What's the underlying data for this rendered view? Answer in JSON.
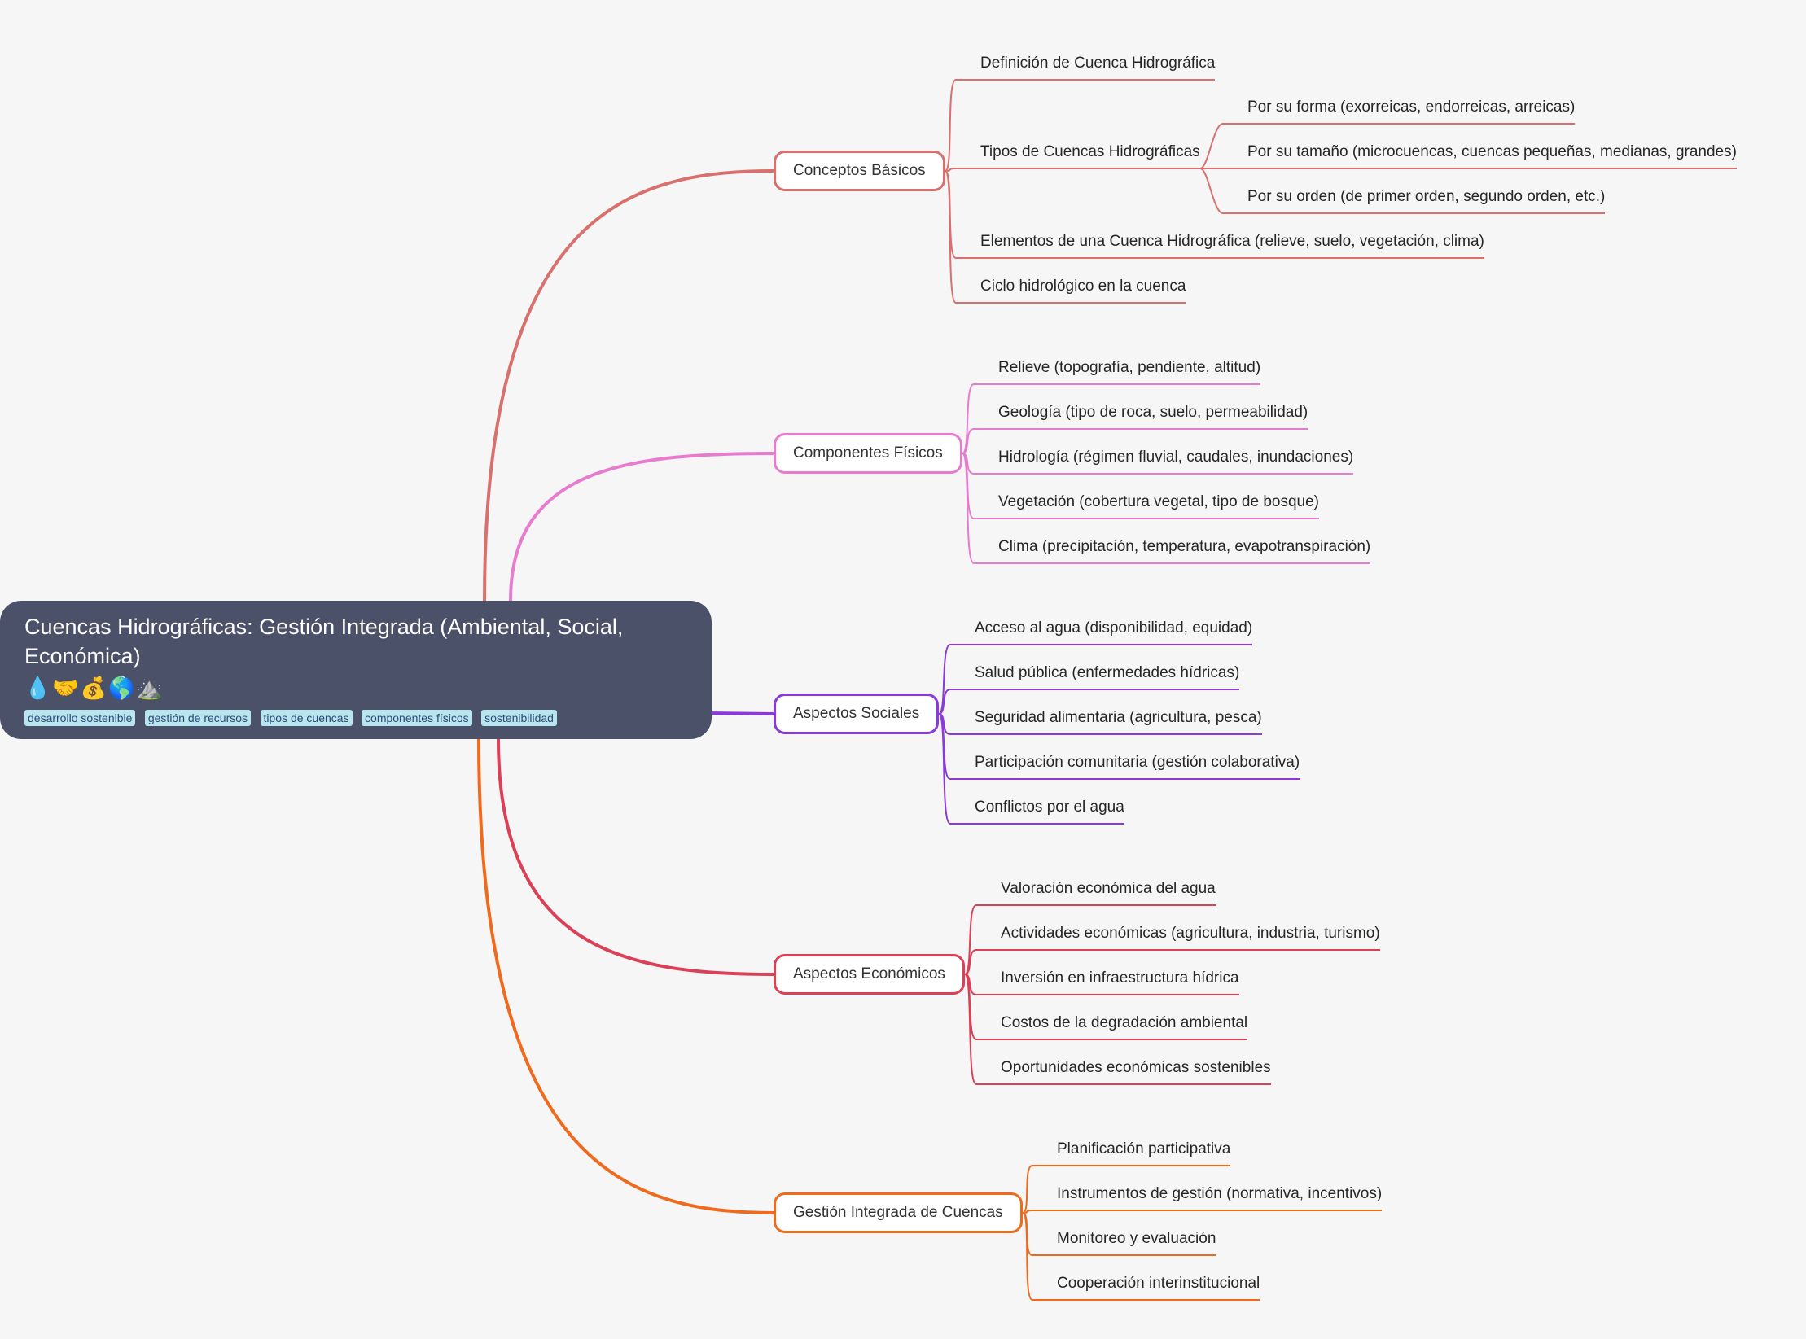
{
  "root": {
    "title": "Cuencas Hidrográficas: Gestión Integrada (Ambiental, Social, Económica)",
    "emoji": "💧🤝💰🌎⛰️",
    "tags": [
      "desarrollo sostenible",
      "gestión de recursos",
      "tipos de cuencas",
      "componentes físicos",
      "sostenibilidad"
    ]
  },
  "branches": [
    {
      "label": "Conceptos Básicos",
      "color": "#d8716e",
      "children": [
        {
          "label": "Definición de Cuenca Hidrográfica"
        },
        {
          "label": "Tipos de Cuencas Hidrográficas",
          "children": [
            {
              "label": "Por su forma (exorreicas, endorreicas, arreicas)"
            },
            {
              "label": "Por su tamaño (microcuencas, cuencas pequeñas, medianas, grandes)"
            },
            {
              "label": "Por su orden (de primer orden, segundo orden, etc.)"
            }
          ]
        },
        {
          "label": "Elementos de una Cuenca Hidrográfica (relieve, suelo, vegetación, clima)"
        },
        {
          "label": "Ciclo hidrológico en la cuenca"
        }
      ]
    },
    {
      "label": "Componentes Físicos",
      "color": "#e77ccf",
      "children": [
        {
          "label": "Relieve (topografía, pendiente, altitud)"
        },
        {
          "label": "Geología (tipo de roca, suelo, permeabilidad)"
        },
        {
          "label": "Hidrología (régimen fluvial, caudales, inundaciones)"
        },
        {
          "label": "Vegetación (cobertura vegetal, tipo de bosque)"
        },
        {
          "label": "Clima (precipitación, temperatura, evapotranspiración)"
        }
      ]
    },
    {
      "label": "Aspectos Sociales",
      "color": "#8a3ad9",
      "children": [
        {
          "label": "Acceso al agua (disponibilidad, equidad)"
        },
        {
          "label": "Salud pública (enfermedades hídricas)"
        },
        {
          "label": "Seguridad alimentaria (agricultura, pesca)"
        },
        {
          "label": "Participación comunitaria (gestión colaborativa)"
        },
        {
          "label": "Conflictos por el agua"
        }
      ]
    },
    {
      "label": "Aspectos Económicos",
      "color": "#db4056",
      "children": [
        {
          "label": "Valoración económica del agua"
        },
        {
          "label": "Actividades económicas (agricultura, industria, turismo)"
        },
        {
          "label": "Inversión en infraestructura hídrica"
        },
        {
          "label": "Costos de la degradación ambiental"
        },
        {
          "label": "Oportunidades económicas sostenibles"
        }
      ]
    },
    {
      "label": "Gestión Integrada de Cuencas",
      "color": "#f06a1e",
      "children": [
        {
          "label": "Planificación participativa"
        },
        {
          "label": "Instrumentos de gestión (normativa, incentivos)"
        },
        {
          "label": "Monitoreo y evaluación"
        },
        {
          "label": "Cooperación interinstitucional"
        }
      ]
    }
  ]
}
